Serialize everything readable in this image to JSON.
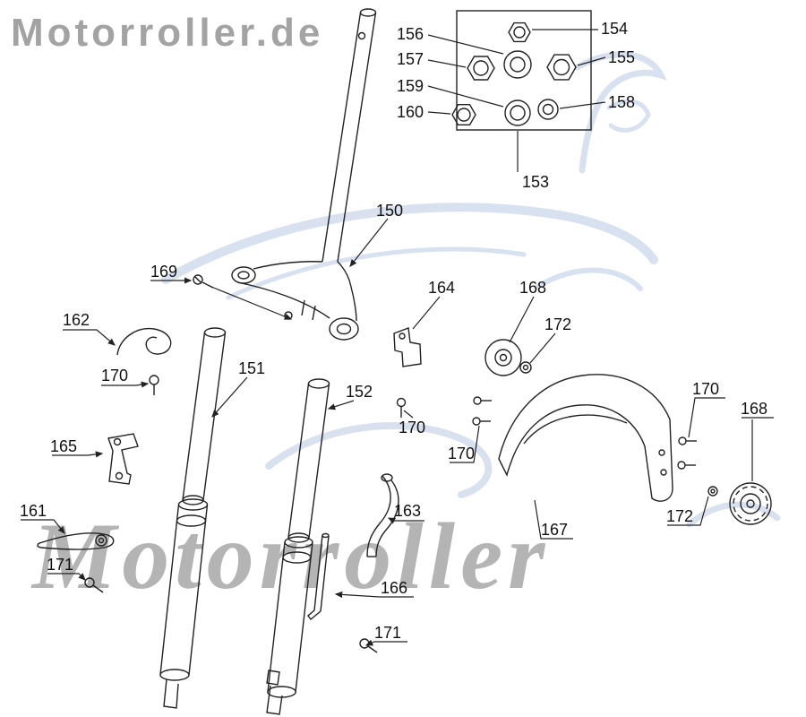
{
  "watermarks": {
    "top_left": "Motorroller.de",
    "bottom": "Motorroller"
  },
  "colors": {
    "line": "#222222",
    "watermark_gray": "#a8a8a8",
    "watermark_blue": "#b9c9e2"
  },
  "labels": [
    {
      "text": "156"
    },
    {
      "text": "157"
    },
    {
      "text": "159"
    },
    {
      "text": "160"
    },
    {
      "text": "154"
    },
    {
      "text": "155"
    },
    {
      "text": "158"
    },
    {
      "text": "153"
    },
    {
      "text": "150"
    },
    {
      "text": "169"
    },
    {
      "text": "162"
    },
    {
      "text": "170"
    },
    {
      "text": "151"
    },
    {
      "text": "152"
    },
    {
      "text": "164"
    },
    {
      "text": "168"
    },
    {
      "text": "172"
    },
    {
      "text": "170"
    },
    {
      "text": "170"
    },
    {
      "text": "167"
    },
    {
      "text": "170"
    },
    {
      "text": "168"
    },
    {
      "text": "172"
    },
    {
      "text": "165"
    },
    {
      "text": "161"
    },
    {
      "text": "171"
    },
    {
      "text": "163"
    },
    {
      "text": "166"
    },
    {
      "text": "171"
    }
  ]
}
